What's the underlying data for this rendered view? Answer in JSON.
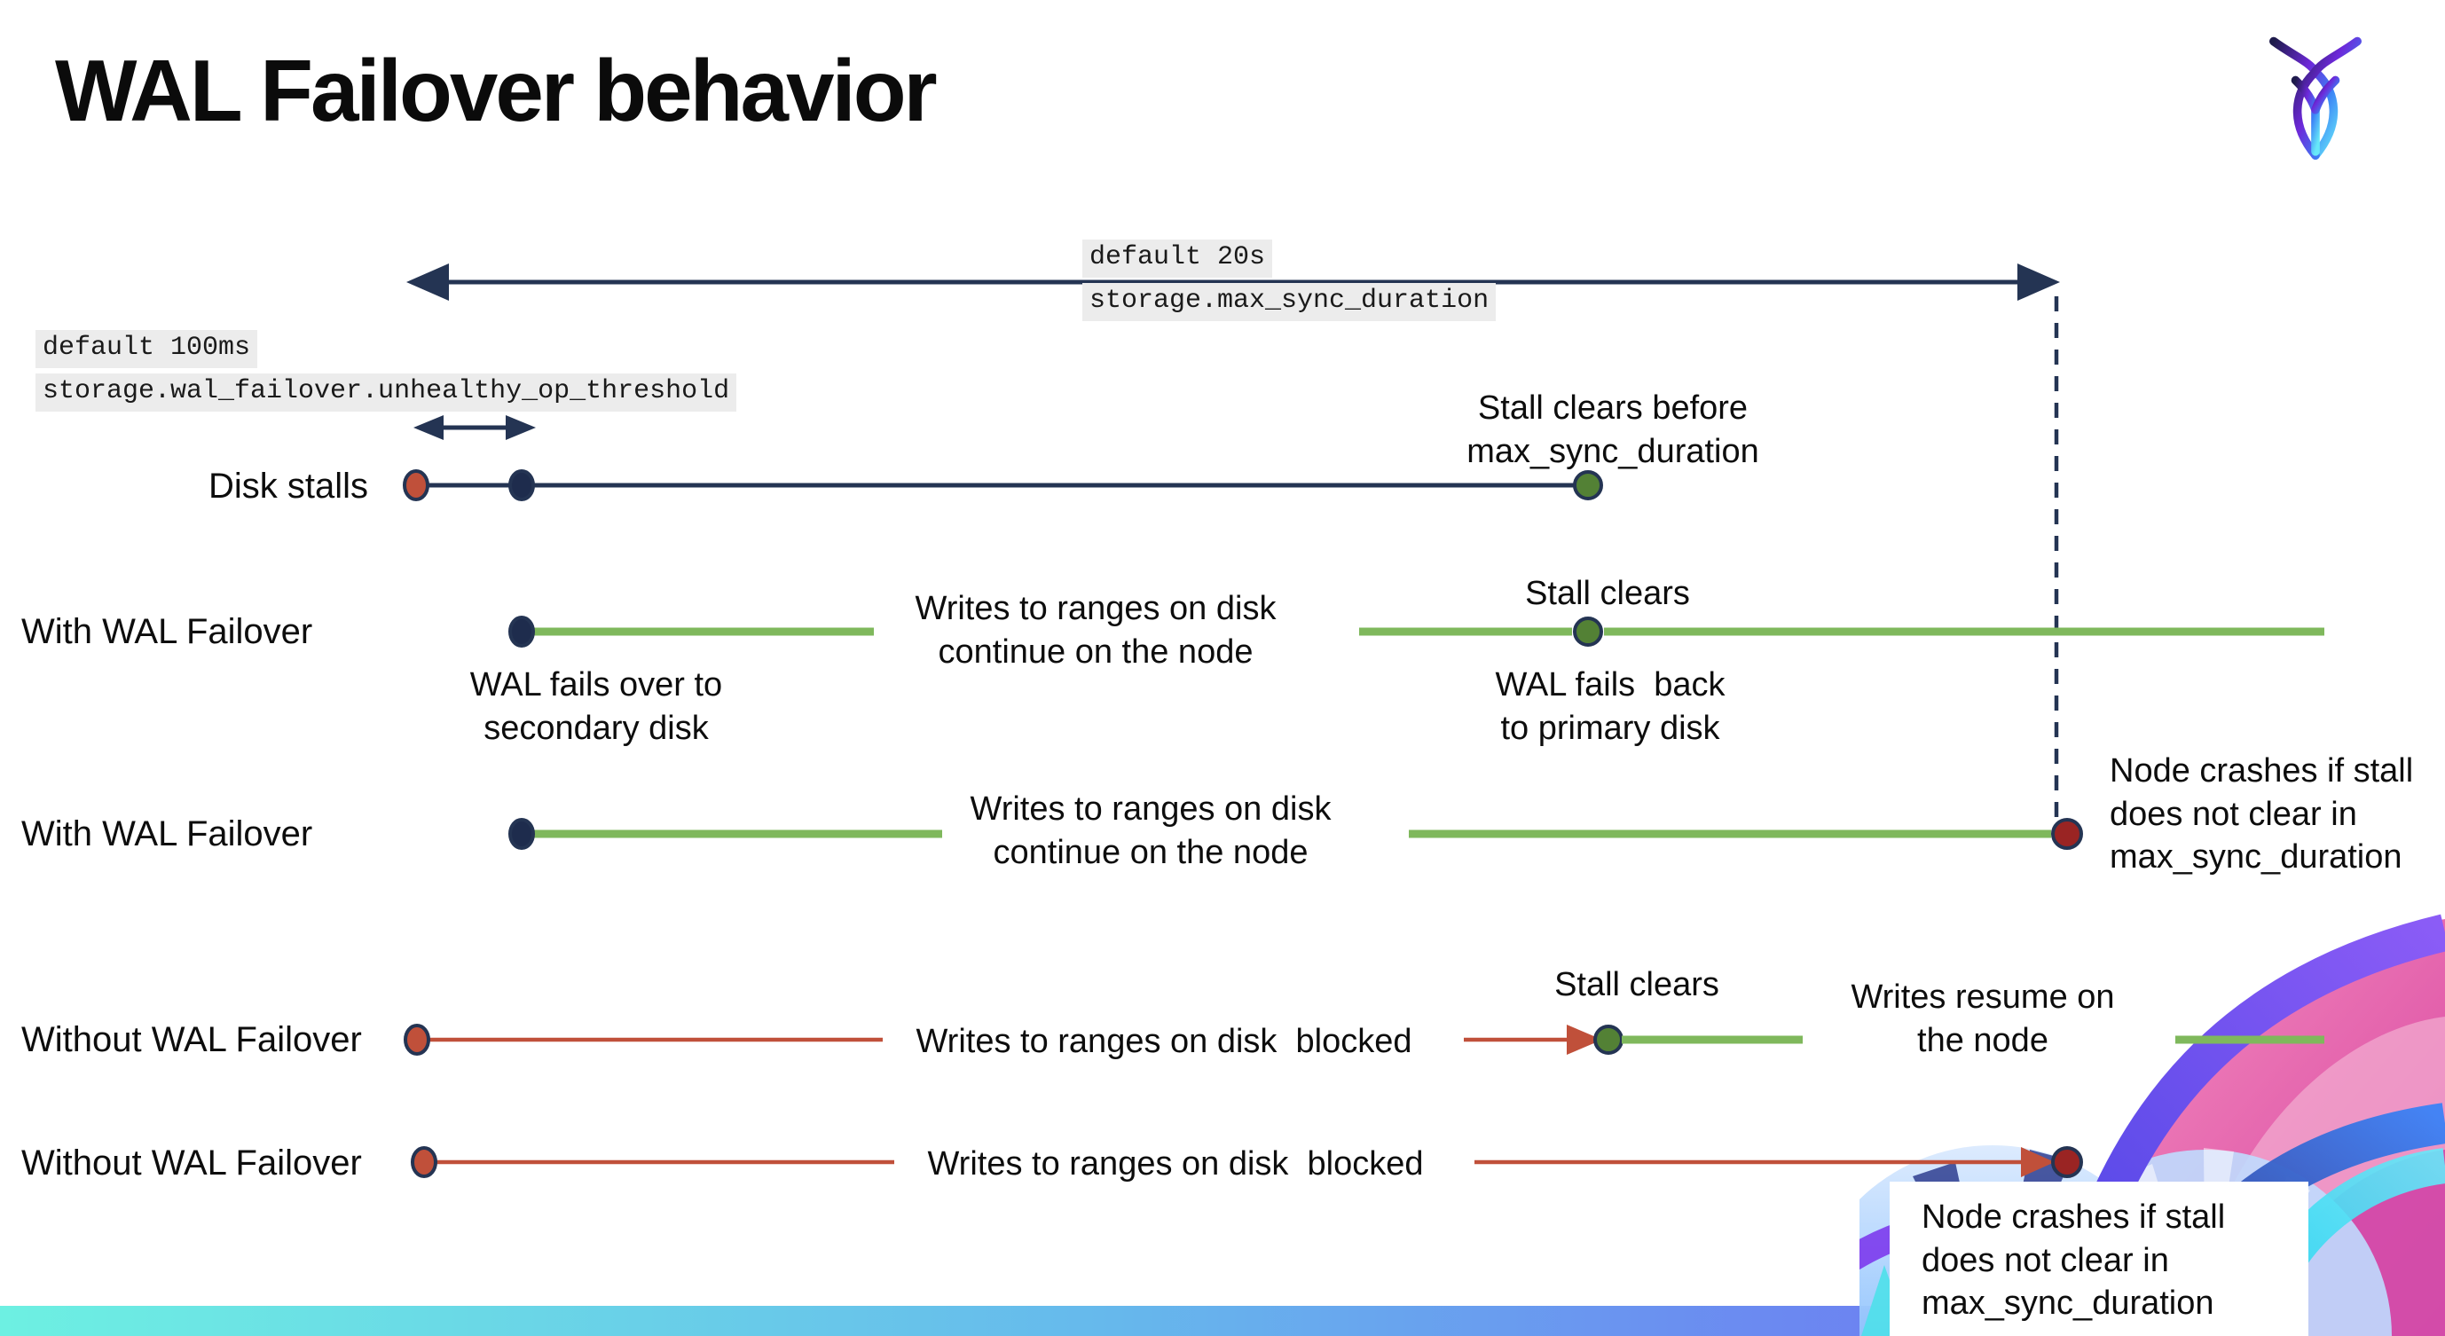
{
  "title": "WAL Failover behavior",
  "config_labels": {
    "max_sync_default": "default 20s",
    "max_sync_setting": "storage.max_sync_duration",
    "threshold_default": "default 100ms",
    "threshold_setting": "storage.wal_failover.unhealthy_op_threshold"
  },
  "row_labels": {
    "disk_stalls": "Disk stalls",
    "with_wal_failover_1": "With WAL Failover",
    "with_wal_failover_2": "With WAL Failover",
    "without_wal_failover_1": "Without WAL Failover",
    "without_wal_failover_2": "Without WAL Failover"
  },
  "annotations": {
    "stall_clears_before": "Stall clears before\nmax_sync_duration",
    "wal_fails_over": "WAL fails over to\nsecondary disk",
    "writes_continue_1": "Writes to ranges on disk\ncontinue on the node",
    "stall_clears_1": "Stall clears",
    "wal_fails_back": "WAL fails  back\nto primary disk",
    "writes_continue_2": "Writes to ranges on disk\ncontinue on the node",
    "node_crashes_1": "Node crashes if stall\ndoes not clear in\nmax_sync_duration",
    "writes_blocked_1": "Writes to ranges on disk  blocked",
    "stall_clears_2": "Stall clears",
    "writes_resume": "Writes resume on\nthe node",
    "writes_blocked_2": "Writes to ranges on disk  blocked",
    "node_crashes_2": "Node crashes if stall\ndoes not clear in\nmax_sync_duration"
  },
  "colors": {
    "navy": "#243453",
    "navy_dot": "#1e2c4d",
    "green_line": "#7fb85c",
    "green_dot": "#538135",
    "red_orange": "#c0503a",
    "maroon": "#9a2423",
    "label_bg": "#ececec",
    "bar_gradient": [
      "#6df0e2",
      "#66b9ec",
      "#6b8af1",
      "#6f62f1"
    ]
  }
}
